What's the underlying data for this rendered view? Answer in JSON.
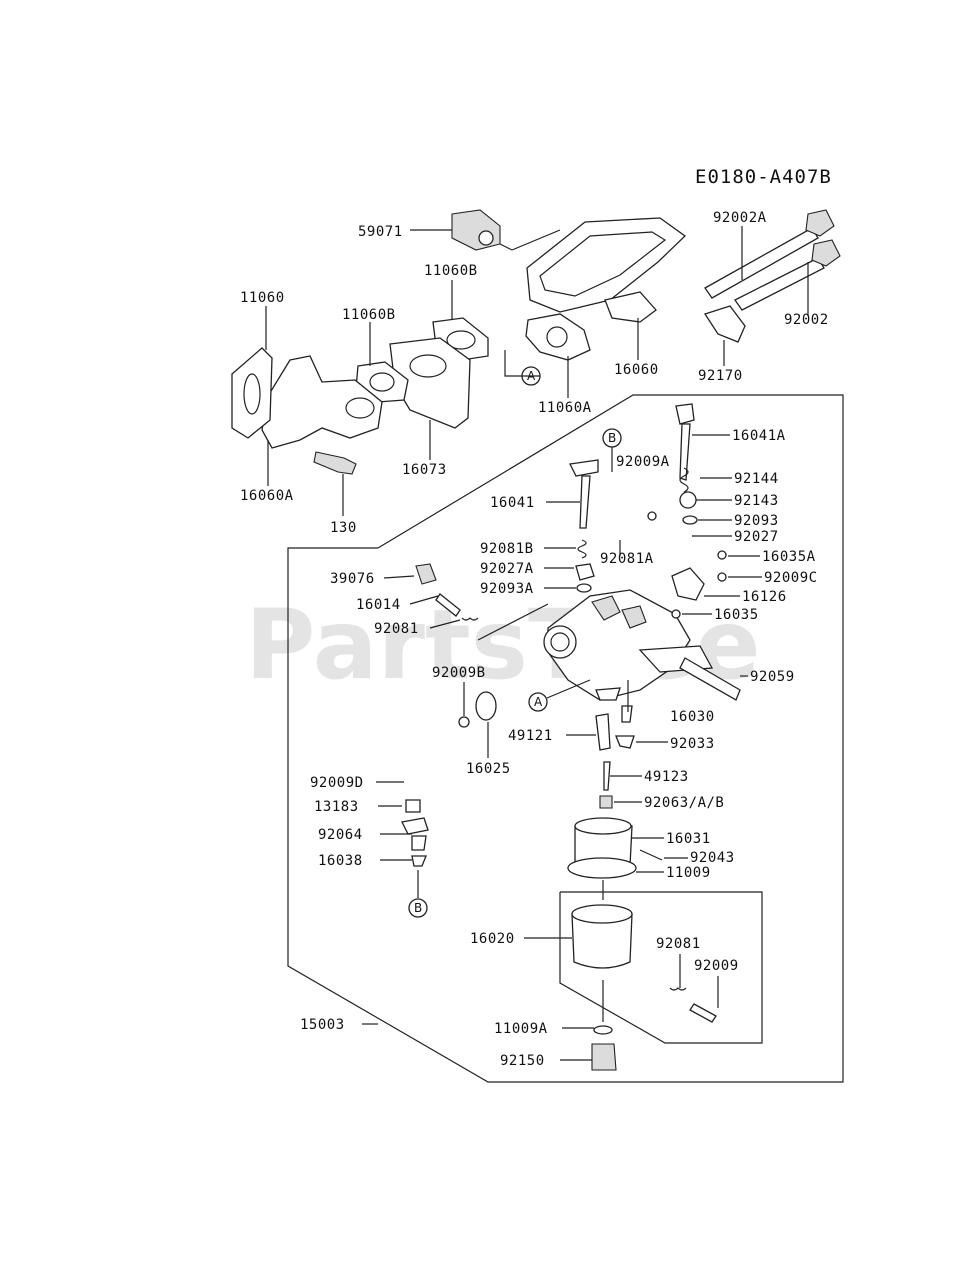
{
  "diagram_code": "E0180-A407B",
  "watermark": "PartsTree",
  "markers": {
    "a": "A",
    "b": "B"
  },
  "parts": {
    "p59071": "59071",
    "p92002A": "92002A",
    "p11060B_2": "11060B",
    "p11060": "11060",
    "p11060B_1": "11060B",
    "p92002": "92002",
    "p16060": "16060",
    "p92170": "92170",
    "p11060A": "11060A",
    "p16073": "16073",
    "p16060A": "16060A",
    "p130": "130",
    "p16041A": "16041A",
    "p92009A": "92009A",
    "p92144": "92144",
    "p16041": "16041",
    "p92143": "92143",
    "p92093": "92093",
    "p92081B": "92081B",
    "p92027": "92027",
    "p92081A": "92081A",
    "p92027A": "92027A",
    "p16035A": "16035A",
    "p39076": "39076",
    "p92009C": "92009C",
    "p92093A": "92093A",
    "p16126": "16126",
    "p16014": "16014",
    "p16035": "16035",
    "p92081_1": "92081",
    "p92059": "92059",
    "p92009B": "92009B",
    "p16030": "16030",
    "p49121": "49121",
    "p92033": "92033",
    "p16025": "16025",
    "p49123": "49123",
    "p92009D": "92009D",
    "p92063": "92063/A/B",
    "p13183": "13183",
    "p16031": "16031",
    "p92064": "92064",
    "p92043": "92043",
    "p16038": "16038",
    "p11009": "11009",
    "p16020": "16020",
    "p92081_2": "92081",
    "p92009": "92009",
    "p15003": "15003",
    "p11009A": "11009A",
    "p92150": "92150"
  }
}
